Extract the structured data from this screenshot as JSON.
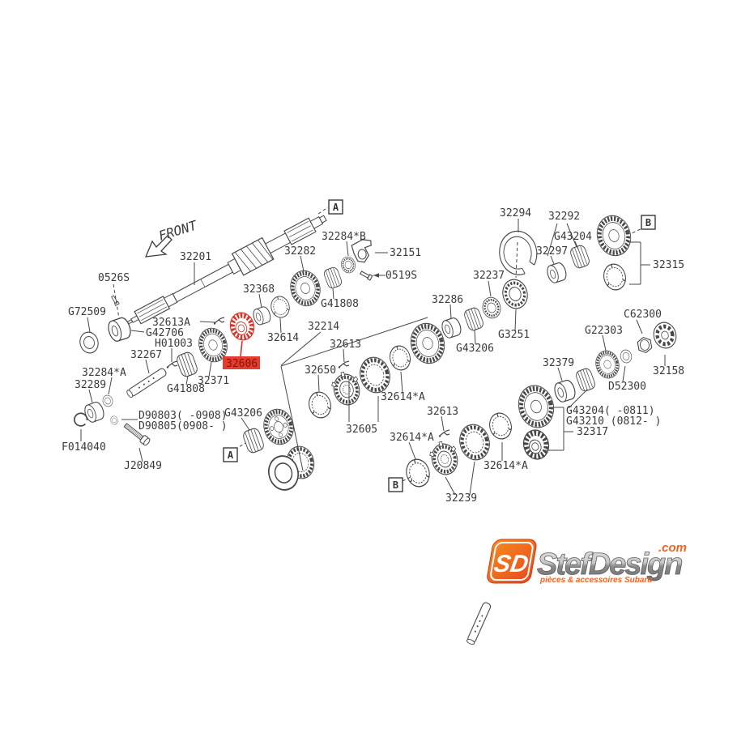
{
  "diagram": {
    "front_label": "FRONT",
    "highlight_color": "#e63c2d",
    "line_color": "#474747",
    "labels": [
      {
        "id": "32201",
        "text": "32201"
      },
      {
        "id": "0526S",
        "text": "0526S"
      },
      {
        "id": "G72509",
        "text": "G72509"
      },
      {
        "id": "32613A",
        "text": "32613A"
      },
      {
        "id": "G42706",
        "text": "G42706"
      },
      {
        "id": "H01003",
        "text": "H01003"
      },
      {
        "id": "32267",
        "text": "32267"
      },
      {
        "id": "32284A",
        "text": "32284*A"
      },
      {
        "id": "32289",
        "text": "32289"
      },
      {
        "id": "G41808-left",
        "text": "G41808"
      },
      {
        "id": "32371",
        "text": "32371"
      },
      {
        "id": "32606",
        "text": "32606",
        "highlighted": true
      },
      {
        "id": "D90803",
        "text": "D90803( -0908)"
      },
      {
        "id": "D90805",
        "text": "D90805(0908- )"
      },
      {
        "id": "F014040",
        "text": "F014040"
      },
      {
        "id": "J20849",
        "text": "J20849"
      },
      {
        "id": "G43206-lower",
        "text": "G43206"
      },
      {
        "id": "32368",
        "text": "32368"
      },
      {
        "id": "32614",
        "text": "32614"
      },
      {
        "id": "32282",
        "text": "32282"
      },
      {
        "id": "G41808-top",
        "text": "G41808"
      },
      {
        "id": "32284B",
        "text": "32284*B"
      },
      {
        "id": "32151",
        "text": "32151"
      },
      {
        "id": "0519S",
        "text": "0519S"
      },
      {
        "id": "32214",
        "text": "32214"
      },
      {
        "id": "32613-1",
        "text": "32613"
      },
      {
        "id": "32650",
        "text": "32650"
      },
      {
        "id": "32605",
        "text": "32605"
      },
      {
        "id": "32614A-1",
        "text": "32614*A"
      },
      {
        "id": "32286",
        "text": "32286"
      },
      {
        "id": "32237",
        "text": "32237"
      },
      {
        "id": "G3251",
        "text": "G3251"
      },
      {
        "id": "G43206-mid",
        "text": "G43206"
      },
      {
        "id": "32294",
        "text": "32294"
      },
      {
        "id": "32292",
        "text": "32292"
      },
      {
        "id": "G43204-top",
        "text": "G43204"
      },
      {
        "id": "32297",
        "text": "32297"
      },
      {
        "id": "32315",
        "text": "32315"
      },
      {
        "id": "C62300",
        "text": "C62300"
      },
      {
        "id": "G22303",
        "text": "G22303"
      },
      {
        "id": "32379",
        "text": "32379"
      },
      {
        "id": "32158",
        "text": "32158"
      },
      {
        "id": "D52300",
        "text": "D52300"
      },
      {
        "id": "G43204-range",
        "text": "G43204( -0811)"
      },
      {
        "id": "G43210-range",
        "text": "G43210 (0812- )"
      },
      {
        "id": "32317",
        "text": "32317"
      },
      {
        "id": "32613-2",
        "text": "32613"
      },
      {
        "id": "32614A-2",
        "text": "32614*A"
      },
      {
        "id": "32239",
        "text": "32239"
      },
      {
        "id": "32614A-3",
        "text": "32614*A"
      }
    ],
    "callouts": [
      {
        "id": "A-top",
        "text": "A"
      },
      {
        "id": "A-bottom",
        "text": "A"
      },
      {
        "id": "B-top",
        "text": "B"
      },
      {
        "id": "B-bottom",
        "text": "B"
      }
    ]
  },
  "logo": {
    "badge_text": "SD",
    "wordmark": "StefDesign",
    "tld": ".com",
    "tagline": "pièces & accessoires Subaru",
    "accent_color": "#f26322"
  }
}
